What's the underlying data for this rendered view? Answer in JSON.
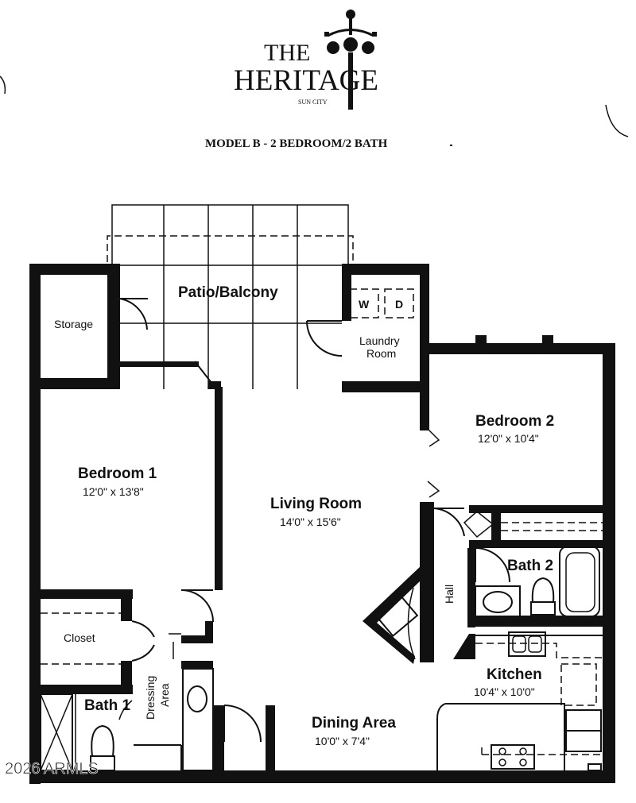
{
  "header": {
    "logo_line1": "THE",
    "logo_line2": "HERITAGE",
    "logo_line3": "SUN CITY",
    "model": "MODEL B - 2 BEDROOM/2 BATH"
  },
  "rooms": {
    "patio": {
      "name": "Patio/Balcony"
    },
    "storage": {
      "name": "Storage"
    },
    "laundry": {
      "line1": "Laundry",
      "line2": "Room",
      "washer": "W",
      "dryer": "D"
    },
    "bedroom1": {
      "name": "Bedroom 1",
      "dims": "12ʹ0ʺ x 13ʹ8ʺ"
    },
    "bedroom2": {
      "name": "Bedroom 2",
      "dims": "12ʹ0ʺ x 10ʹ4ʺ"
    },
    "living": {
      "name": "Living Room",
      "dims": "14ʹ0ʺ x 15ʹ6ʺ"
    },
    "bath2": {
      "name": "Bath 2"
    },
    "hall": {
      "name": "Hall"
    },
    "closet": {
      "name": "Closet"
    },
    "dressing": {
      "line1": "Dressing",
      "line2": "Area"
    },
    "bath1": {
      "name": "Bath 1"
    },
    "kitchen": {
      "name": "Kitchen",
      "dims": "10ʹ4ʺ x 10ʹ0ʺ"
    },
    "dining": {
      "name": "Dining Area",
      "dims": "10ʹ0ʺ x 7ʹ4ʺ"
    }
  },
  "watermark": "2026 ARMLS"
}
